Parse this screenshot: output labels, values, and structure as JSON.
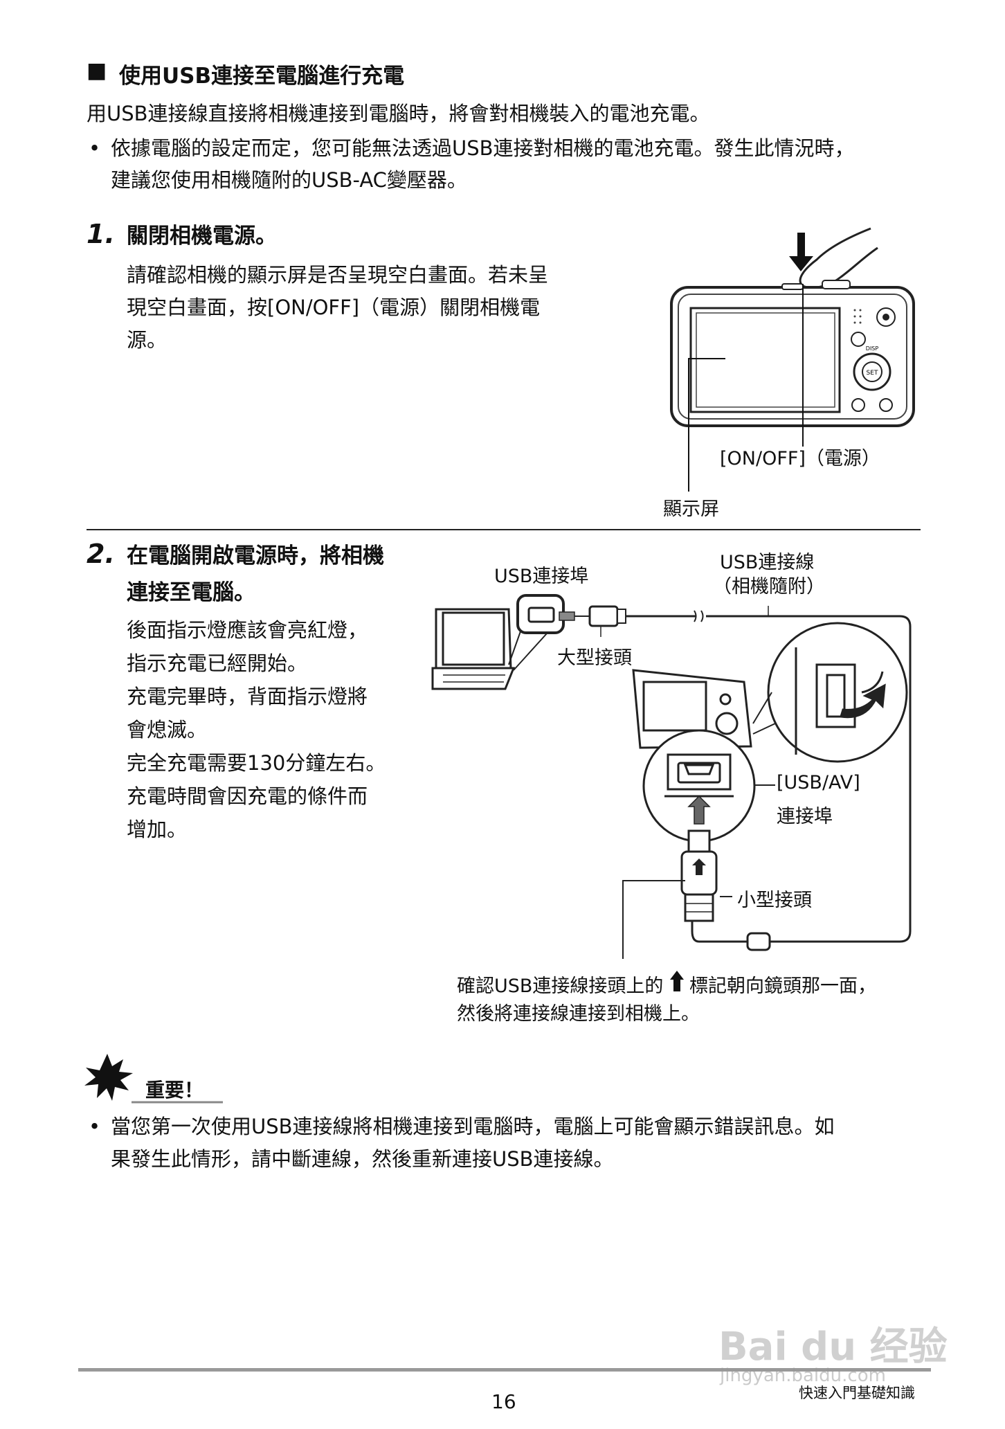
{
  "section": {
    "bullet": "■",
    "title": "使用USB連接至電腦進行充電",
    "intro": "用USB連接線直接將相機連接到電腦時，將會對相機裝入的電池充電。",
    "note_bullet": "•",
    "note_line1": "依據電腦的設定而定，您可能無法透過USB連接對相機的電池充電。發生此情況時，",
    "note_line2": "建議您使用相機隨附的USB-AC變壓器。"
  },
  "step1": {
    "number": "1.",
    "title": "關閉相機電源。",
    "body_lines": [
      "請確認相機的顯示屏是否呈現空白畫面。若未呈",
      "現空白畫面，按[ON/OFF]（電源）關閉相機電",
      "源。"
    ],
    "label_power": "[ON/OFF]（電源）",
    "label_display": "顯示屏",
    "camera_buttons": {
      "disp": "DISP",
      "set": "SET"
    }
  },
  "step2": {
    "number": "2.",
    "title_line1": "在電腦開啟電源時，將相機",
    "title_line2": "連接至電腦。",
    "body_lines": [
      "後面指示燈應該會亮紅燈，",
      "指示充電已經開始。",
      "充電完畢時，背面指示燈將",
      "會熄滅。",
      "完全充電需要130分鐘左右。",
      "充電時間會因充電的條件而",
      "增加。"
    ],
    "label_usb_port": "USB連接埠",
    "label_cable_line1": "USB連接線",
    "label_cable_line2": "（相機隨附）",
    "label_large_plug": "大型接頭",
    "label_usbav_line1": "[USB/AV]",
    "label_usbav_line2": "連接埠",
    "label_small_plug": "小型接頭",
    "caption_line1_a": "確認USB連接線接頭上的",
    "caption_line1_b": "標記朝向鏡頭那一面，",
    "caption_line2": "然後將連接線連接到相機上。"
  },
  "important": {
    "title": "重要！",
    "bullet": "•",
    "line1": "當您第一次使用USB連接線將相機連接到電腦時，電腦上可能會顯示錯誤訊息。如",
    "line2": "果發生此情形，請中斷連線，然後重新連接USB連接線。"
  },
  "footer": {
    "page_number": "16",
    "section_name": "快速入門基礎知識"
  },
  "watermark": {
    "line1": "Bai du 经验",
    "line2": "jingyan.baidu.com"
  }
}
